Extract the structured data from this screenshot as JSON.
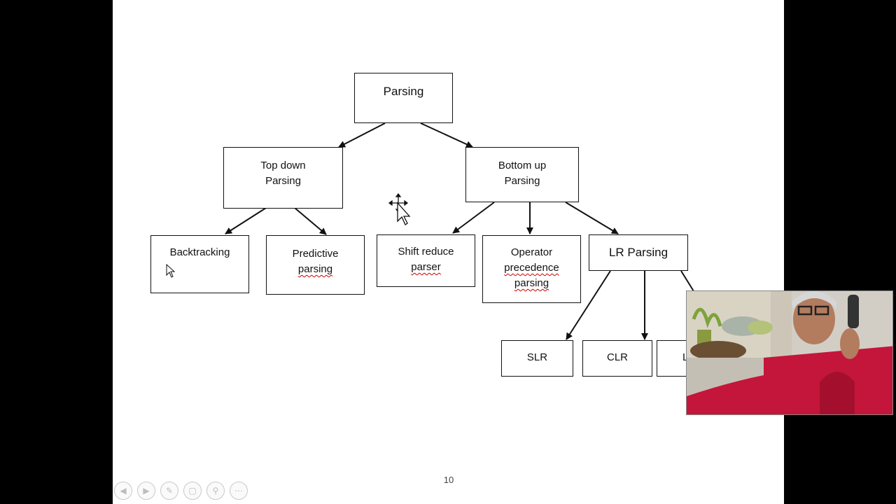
{
  "diagram": {
    "root": {
      "label": "Parsing"
    },
    "top_down": {
      "line1": "Top down",
      "line2": "Parsing"
    },
    "bottom_up": {
      "line1": "Bottom up",
      "line2": "Parsing"
    },
    "backtracking": {
      "label": "Backtracking"
    },
    "predictive": {
      "line1": "Predictive",
      "line2": "parsing"
    },
    "shift_reduce": {
      "line1": "Shift reduce",
      "line2": "parser"
    },
    "operator_precedence": {
      "line1": "Operator",
      "line2": "precedence",
      "line3": "parsing"
    },
    "lr_parsing": {
      "label": "LR Parsing"
    },
    "slr": {
      "label": "SLR"
    },
    "clr": {
      "label": "CLR"
    },
    "lalr_partial": {
      "label": "L"
    }
  },
  "slide": {
    "page_number": "10"
  },
  "toolbar": {
    "icons": [
      "previous-icon",
      "next-icon",
      "pen-icon",
      "slides-icon",
      "zoom-icon",
      "more-icon"
    ]
  },
  "colors": {
    "background": "#000000",
    "slide": "#ffffff",
    "border": "#111111",
    "spell_underline": "#cc0000"
  }
}
